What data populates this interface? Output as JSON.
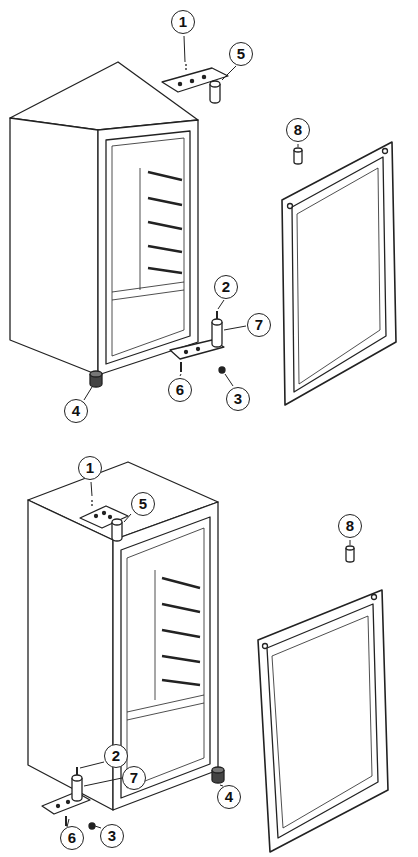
{
  "diagram": {
    "labels": [
      "1",
      "5",
      "8",
      "2",
      "7",
      "6",
      "4",
      "3",
      "1",
      "5",
      "8",
      "2",
      "7",
      "4",
      "6",
      "3"
    ]
  }
}
